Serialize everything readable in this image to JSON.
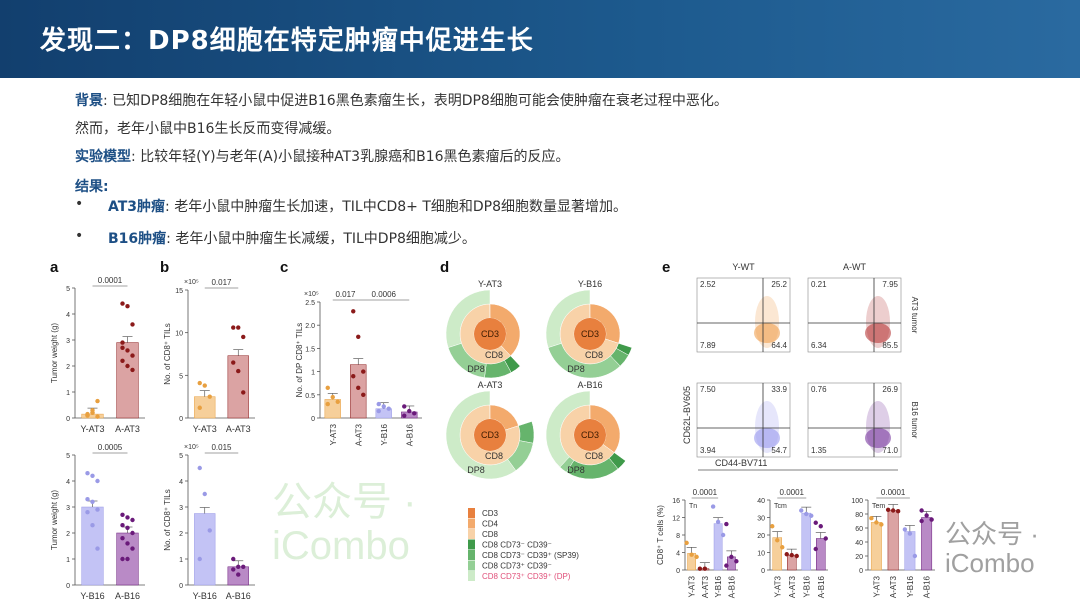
{
  "title": "发现二：DP8细胞在特定肿瘤中促进生长",
  "text": {
    "bg_label": "背景",
    "bg_text": ": 已知DP8细胞在年轻小鼠中促进B16黑色素瘤生长，表明DP8细胞可能会使肿瘤在衰老过程中恶化。",
    "bg_text2": "然而，老年小鼠中B16生长反而变得减缓。",
    "model_label": "实验模型",
    "model_text": ": 比较年轻(Y)与老年(A)小鼠接种AT3乳腺癌和B16黑色素瘤后的反应。",
    "result_label": "结果:",
    "bullets": [
      {
        "label": "AT3肿瘤",
        "text": ": 老年小鼠中肿瘤生长加速，TIL中CD8+ T细胞和DP8细胞数量显著增加。"
      },
      {
        "label": "B16肿瘤",
        "text": ": 老年小鼠中肿瘤生长减缓，TIL中DP8细胞减少。"
      }
    ],
    "bullet_glyph": "•"
  },
  "watermark": {
    "figure": "公众号 · iCombo",
    "corner": "公众号 · iCombo"
  },
  "colors": {
    "Y-AT3": "#f6cf9a",
    "A-AT3": "#dba3a3",
    "Y-B16": "#c3c3f5",
    "A-B16": "#b98ac6",
    "Y-AT3-dot": "#e8a040",
    "A-AT3-dot": "#8b1a1a",
    "Y-B16-dot": "#9a9ae6",
    "A-B16-dot": "#6a1a7a"
  },
  "chart_data": [
    {
      "panel": "a",
      "type": "bar",
      "ylabel": "Tumor weight (g)",
      "ylim": [
        0,
        5
      ],
      "ticks": [
        "0",
        "1",
        "2",
        "3",
        "4",
        "5"
      ],
      "categories": [
        "Y-AT3",
        "A-AT3"
      ],
      "values": [
        0.15,
        2.9
      ],
      "points": [
        [
          0.1,
          0.2,
          0.05,
          0.15,
          0.3,
          0.65,
          0.1,
          0.2
        ],
        [
          4.4,
          4.3,
          3.6,
          2.9,
          2.6,
          2.4,
          2.2,
          2.0,
          1.85,
          2.7
        ]
      ],
      "pvalue": "0.0001"
    },
    {
      "panel": "a2",
      "type": "bar",
      "ylabel": "Tumor weight (g)",
      "ylim": [
        0,
        5
      ],
      "ticks": [
        "0",
        "1",
        "2",
        "3",
        "4",
        "5"
      ],
      "categories": [
        "Y-B16",
        "A-B16"
      ],
      "values": [
        3.0,
        2.0
      ],
      "points": [
        [
          4.3,
          4.2,
          4.0,
          3.3,
          3.2,
          2.9,
          2.8,
          2.3,
          1.4
        ],
        [
          2.7,
          2.6,
          2.5,
          2.3,
          2.2,
          2.0,
          1.8,
          1.6,
          1.4,
          1.0,
          1.0
        ]
      ],
      "pvalue": "0.0005"
    },
    {
      "panel": "b",
      "type": "bar",
      "ylabel": "No. of CD8⁺ TILs",
      "multiplier": "×10⁵",
      "ylim": [
        0,
        15
      ],
      "ticks": [
        "0",
        "5",
        "10",
        "15"
      ],
      "categories": [
        "Y-AT3",
        "A-AT3"
      ],
      "values": [
        2.5,
        7.3
      ],
      "points": [
        [
          4.1,
          3.8,
          2.5,
          1.2
        ],
        [
          10.6,
          10.6,
          9.5,
          6.5,
          5.5,
          3.0
        ]
      ],
      "pvalue": "0.017"
    },
    {
      "panel": "b2",
      "type": "bar",
      "ylabel": "No. of CD8⁺ TILs",
      "multiplier": "×10⁵",
      "ylim": [
        0,
        5
      ],
      "ticks": [
        "0",
        "1",
        "2",
        "3",
        "4",
        "5"
      ],
      "categories": [
        "Y-B16",
        "A-B16"
      ],
      "values": [
        2.75,
        0.7
      ],
      "points": [
        [
          4.5,
          3.5,
          2.1,
          1.0
        ],
        [
          1.0,
          0.7,
          0.7,
          0.6,
          0.4
        ]
      ],
      "pvalue": "0.015"
    },
    {
      "panel": "c",
      "type": "bar",
      "ylabel": "No. of DP CD8⁺ TILs",
      "multiplier": "×10⁵",
      "ylim": [
        0,
        2.5
      ],
      "ticks": [
        "0",
        "0.5",
        "1",
        "1.5",
        "2.0",
        "2.5"
      ],
      "categories": [
        "Y-AT3",
        "A-AT3",
        "Y-B16",
        "A-B16"
      ],
      "values": [
        0.4,
        1.15,
        0.2,
        0.13
      ],
      "points": [
        [
          0.65,
          0.45,
          0.35,
          0.3
        ],
        [
          2.3,
          1.75,
          1.0,
          0.9,
          0.65,
          0.5
        ],
        [
          0.3,
          0.25,
          0.2,
          0.15
        ],
        [
          0.25,
          0.15,
          0.1,
          0.05
        ]
      ],
      "pvalues": [
        "0.017",
        "0.0006"
      ]
    },
    {
      "panel": "e-tn",
      "type": "bar",
      "ylabel": "CD8⁺ T cells (%)",
      "label": "Tn",
      "ylim": [
        0,
        16
      ],
      "ticks": [
        "0",
        "4",
        "8",
        "12",
        "16"
      ],
      "categories": [
        "Y-AT3",
        "A-AT3",
        "Y-B16",
        "A-B16"
      ],
      "values": [
        3.8,
        0.3,
        10.6,
        3.0
      ],
      "points": [
        [
          6.2,
          3.5,
          3.0
        ],
        [
          0.3,
          0.3
        ],
        [
          14.5,
          11,
          8
        ],
        [
          10.5,
          3,
          2,
          1
        ]
      ],
      "pvalue": "0.0001"
    },
    {
      "panel": "e-tcm",
      "type": "bar",
      "label": "Tcm",
      "ylim": [
        0,
        40
      ],
      "ticks": [
        "0",
        "10",
        "20",
        "30",
        "40"
      ],
      "categories": [
        "Y-AT3",
        "A-AT3",
        "Y-B16",
        "A-B16"
      ],
      "values": [
        18.5,
        8.5,
        32.5,
        18
      ],
      "points": [
        [
          25,
          17,
          13
        ],
        [
          9,
          8.5,
          8
        ],
        [
          34,
          32,
          31
        ],
        [
          27,
          25,
          18,
          12
        ]
      ],
      "pvalue": "0.0001"
    },
    {
      "panel": "e-tem",
      "type": "bar",
      "label": "Tem",
      "ylim": [
        0,
        100
      ],
      "ticks": [
        "0",
        "20",
        "40",
        "60",
        "80",
        "100"
      ],
      "categories": [
        "Y-AT3",
        "A-AT3",
        "Y-B16",
        "A-B16"
      ],
      "values": [
        68,
        85,
        55,
        75
      ],
      "points": [
        [
          74,
          68,
          65
        ],
        [
          86,
          85,
          84
        ],
        [
          58,
          52,
          20
        ],
        [
          85,
          78,
          72,
          70
        ]
      ],
      "pvalue": "0.0001"
    }
  ],
  "sunburst": {
    "panel": "d",
    "center_label": "CD3",
    "ring_label": "CD8",
    "outer_label": "DP8",
    "groups": [
      {
        "name": "Y-AT3",
        "cd4": 0.38,
        "cd8": 0.62,
        "outer": [
          0.04,
          0.1,
          0.18,
          0.3
        ]
      },
      {
        "name": "Y-B16",
        "cd4": 0.3,
        "cd8": 0.7,
        "outer": [
          0.03,
          0.05,
          0.32,
          0.3
        ]
      },
      {
        "name": "A-AT3",
        "cd4": 0.2,
        "cd8": 0.8,
        "outer": [
          0.0,
          0.08,
          0.12,
          0.6
        ]
      },
      {
        "name": "A-B16",
        "cd4": 0.35,
        "cd8": 0.65,
        "outer": [
          0.04,
          0.2,
          0.03,
          0.38
        ]
      }
    ],
    "legend": [
      {
        "label": "CD3",
        "color": "#e8803e"
      },
      {
        "label": "CD4",
        "color": "#f3aa6c"
      },
      {
        "label": "CD8",
        "color": "#f8d2a8"
      },
      {
        "label": "CD8 CD73⁻ CD39⁻",
        "color": "#3f9a4a"
      },
      {
        "label": "CD8 CD73⁻ CD39⁺ (SP39)",
        "color": "#66b46c"
      },
      {
        "label": "CD8 CD73⁺ CD39⁻",
        "color": "#94cf95"
      },
      {
        "label": "CD8 CD73⁺ CD39⁺ (DP)",
        "color": "#cdebc8",
        "text_color": "#e0507a"
      }
    ]
  },
  "flow": {
    "panel": "e",
    "columns": [
      "Y-WT",
      "A-WT"
    ],
    "rows": [
      "AT3 tumor",
      "B16 tumor"
    ],
    "xlabel": "CD44-BV711",
    "ylabel": "CD62L-BV605",
    "plots": [
      {
        "q": [
          "2.52",
          "25.2",
          "7.89",
          "64.4"
        ],
        "color": "#f0a050"
      },
      {
        "q": [
          "0.21",
          "7.95",
          "6.34",
          "85.5"
        ],
        "color": "#b83a3a"
      },
      {
        "q": [
          "7.50",
          "33.9",
          "3.94",
          "54.7"
        ],
        "color": "#9a9aee"
      },
      {
        "q": [
          "0.76",
          "26.9",
          "1.35",
          "71.0"
        ],
        "color": "#7a3aa0"
      }
    ]
  },
  "panel_letters": [
    "a",
    "b",
    "c",
    "d",
    "e"
  ]
}
